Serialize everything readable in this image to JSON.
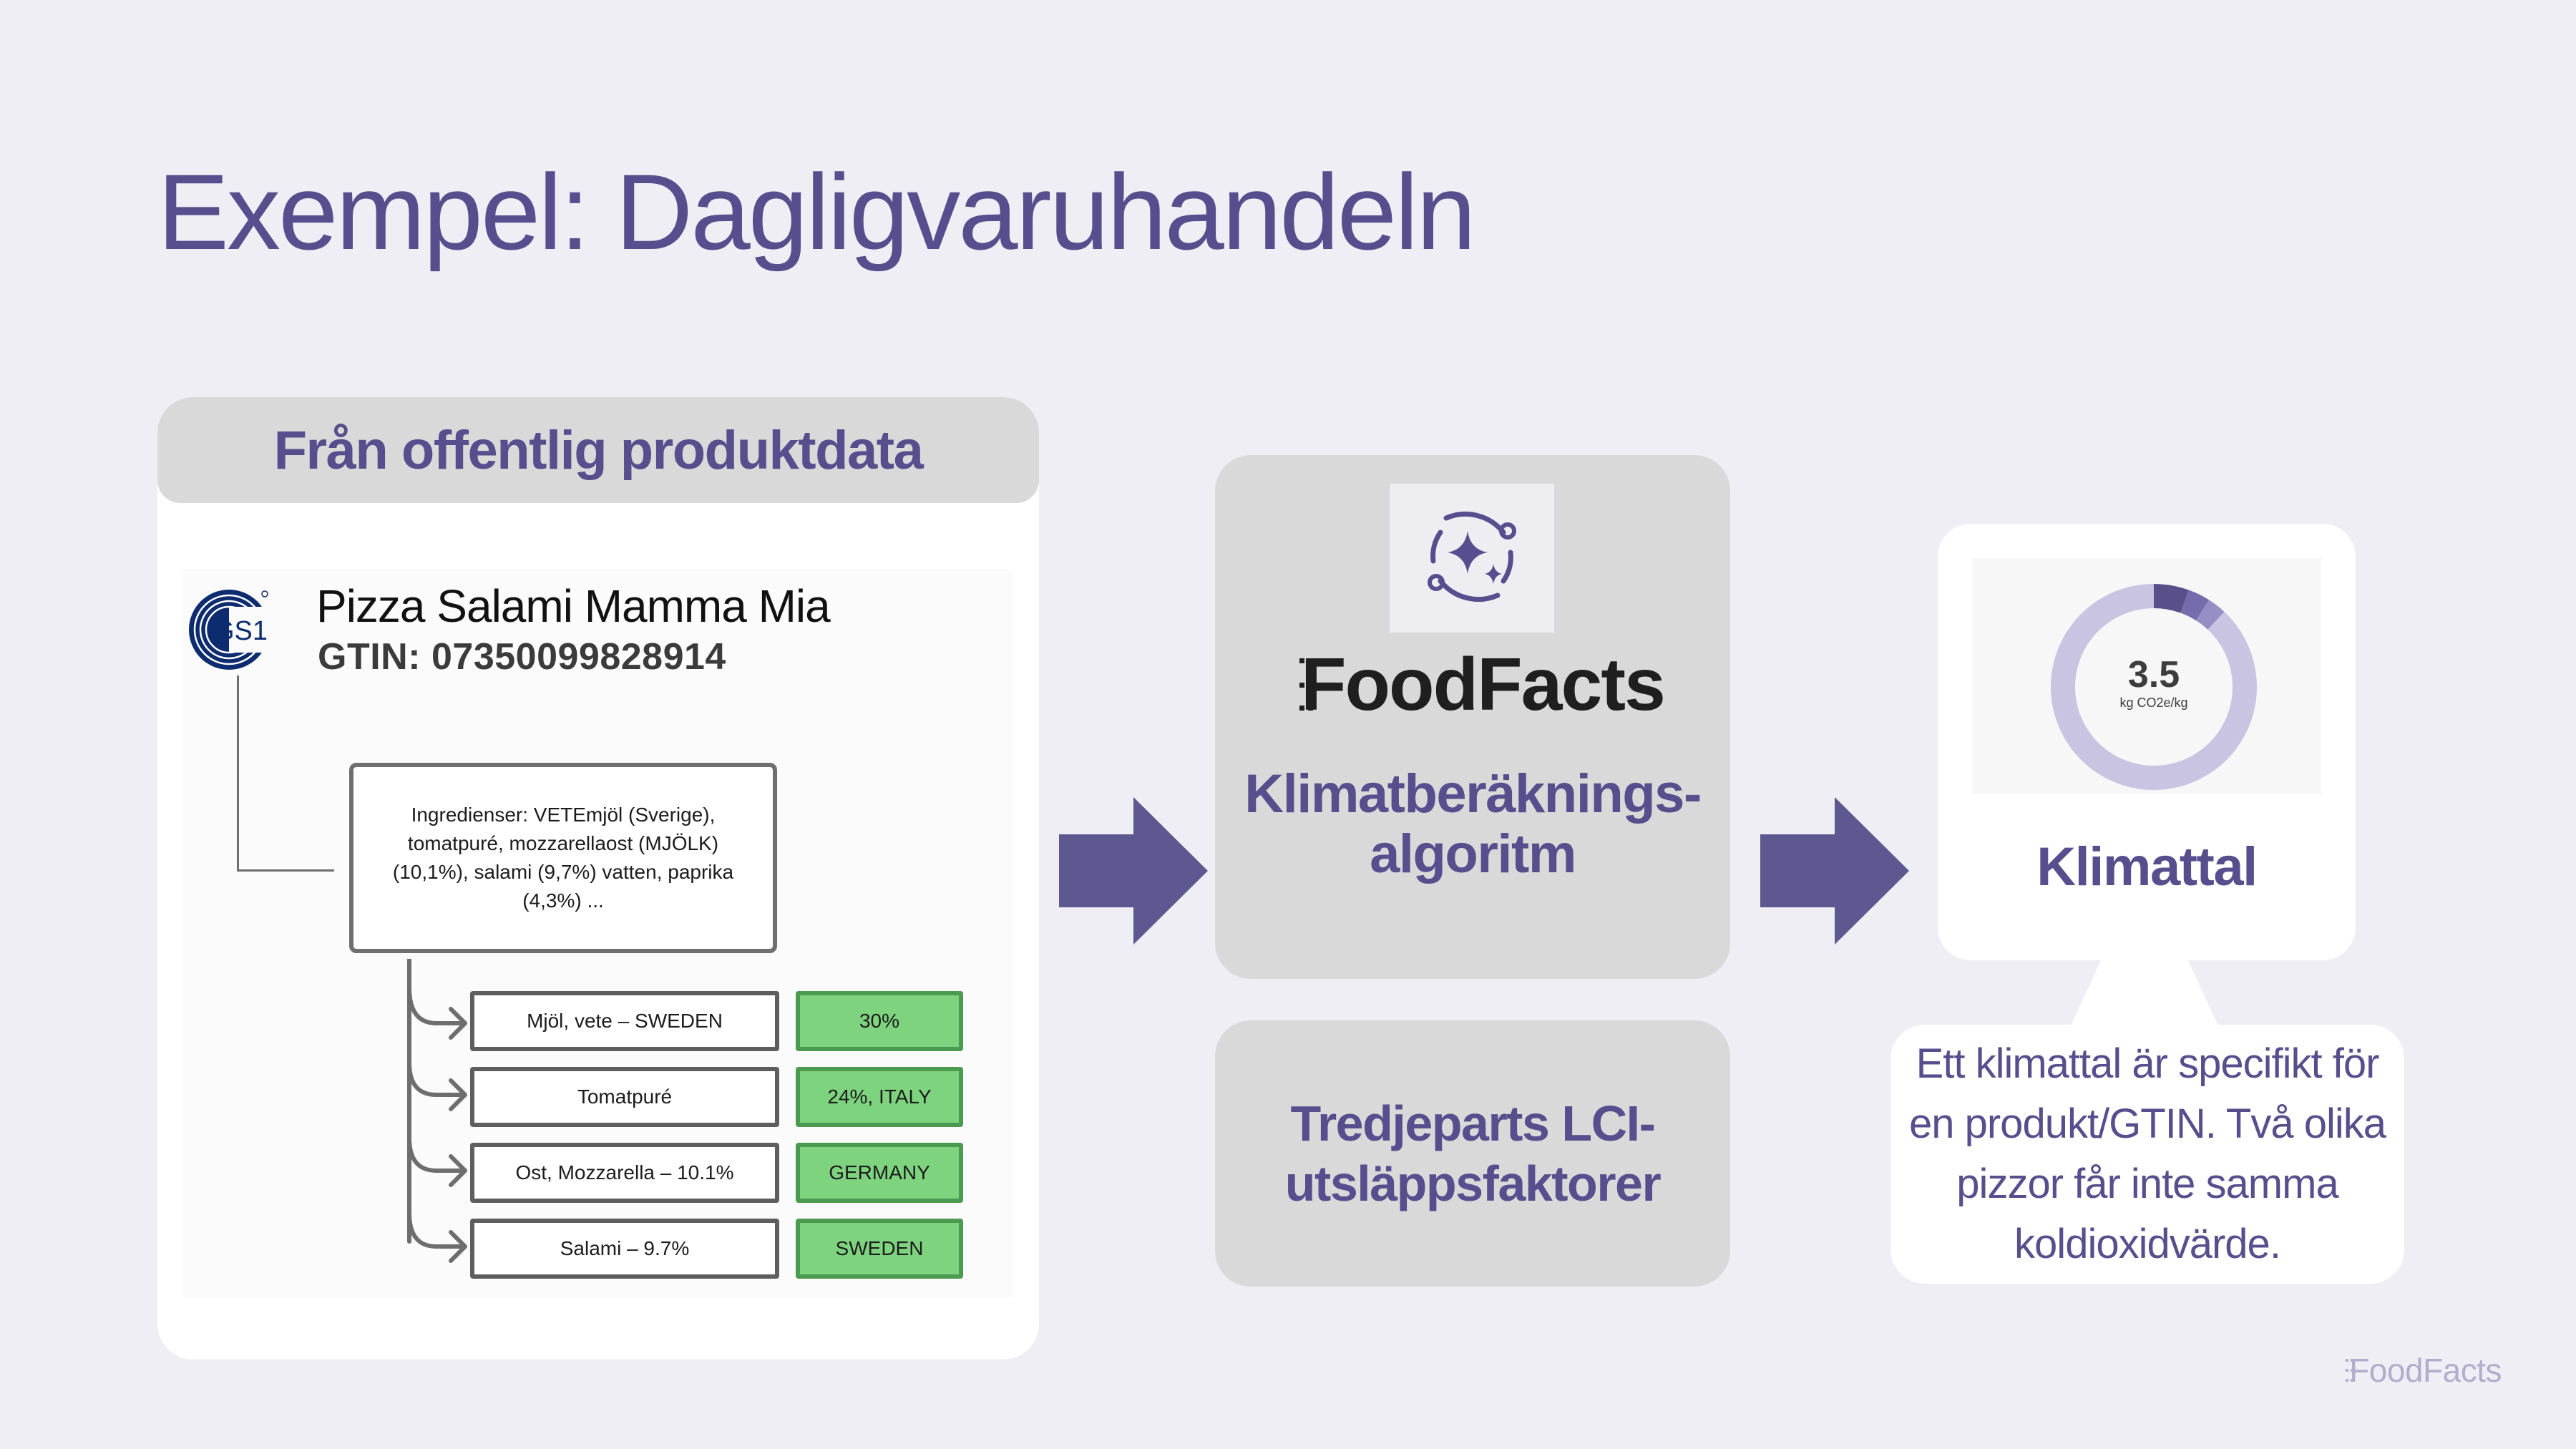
{
  "slide": {
    "title": "Exempel: Dagligvaruhandeln"
  },
  "source_panel": {
    "header": "Från offentlig produktdata",
    "gs1_logo": "GS1",
    "product_name": "Pizza Salami Mamma Mia",
    "gtin": "GTIN: 07350099828914",
    "ingredients": "Ingredienser: VETEmjöl (Sverige), tomatpuré, mozzarellaost (MJÖLK) (10,1%), salami (9,7%) vatten, paprika (4,3%) ...",
    "rows": [
      {
        "item": "Mjöl, vete – SWEDEN",
        "tag": "30%"
      },
      {
        "item": "Tomatpuré",
        "tag": "24%, ITALY"
      },
      {
        "item": "Ost, Mozzarella – 10.1%",
        "tag": "GERMANY"
      },
      {
        "item": "Salami – 9.7%",
        "tag": "SWEDEN"
      }
    ],
    "tag_color": "#7ed37f"
  },
  "algorithm": {
    "brand": "FoodFacts",
    "label": "Klimatberäknings-algoritm",
    "icon": "sparkle-cycle-icon"
  },
  "lci": {
    "label": "Tredjeparts LCI-utsläppsfaktorer"
  },
  "result": {
    "label": "Klimattal",
    "note": "Ett klimattal är specifikt för en produkt/GTIN. Två olika pizzor får inte samma koldioxidvärde."
  },
  "chart_data": {
    "type": "pie",
    "donut": true,
    "center_value": "3.5",
    "center_unit": "kg CO2e/kg",
    "values": [
      0.055,
      0.035,
      0.03,
      0.88
    ],
    "colors": [
      "#595089",
      "#746cac",
      "#958fc4",
      "#c8c4e2"
    ]
  },
  "footer": {
    "brand": "FoodFacts"
  },
  "colors": {
    "accent": "#574f8d",
    "arrow": "#5e5890",
    "background": "#efeef5"
  }
}
